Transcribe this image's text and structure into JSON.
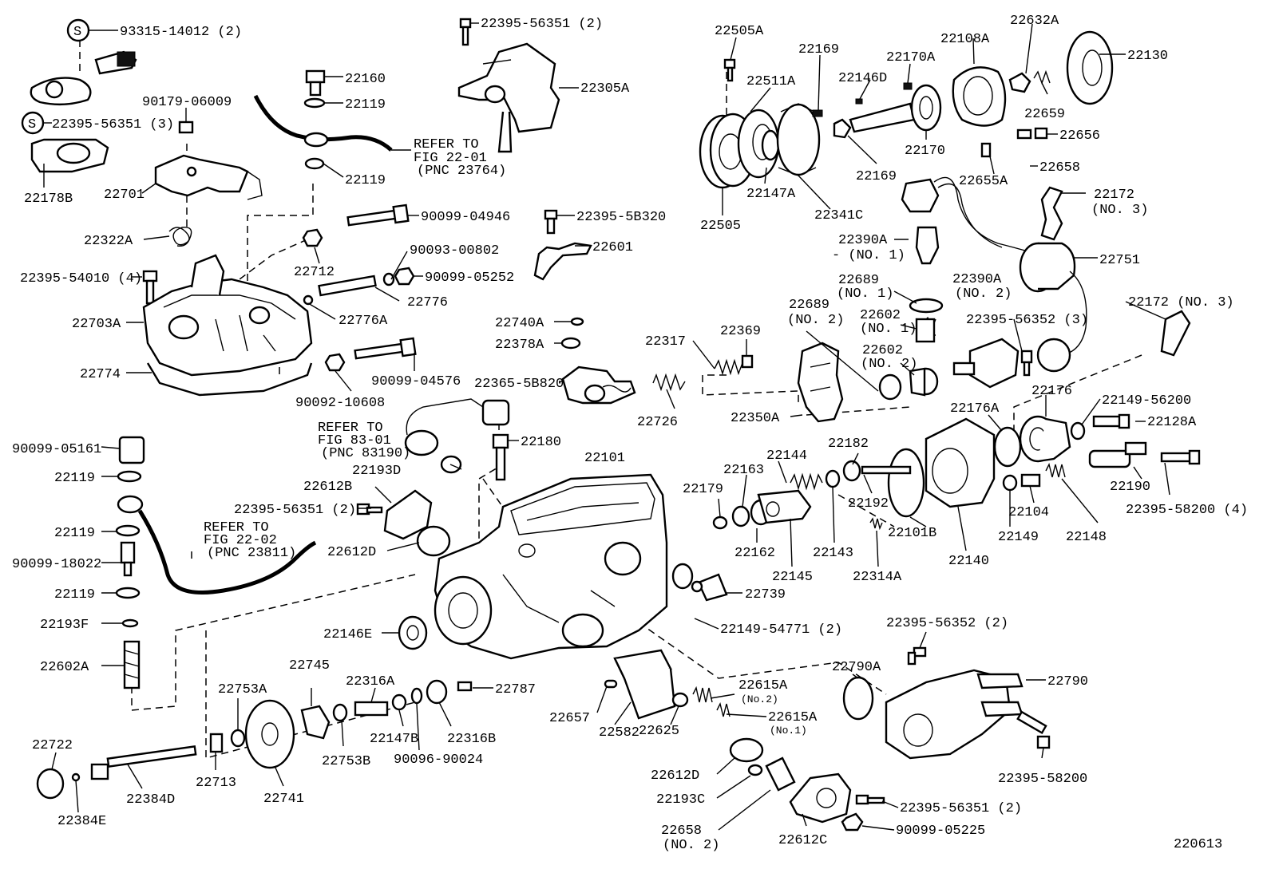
{
  "diagram_id": "220613",
  "labels": {
    "p93315_14012": "93315-14012 (2)",
    "s1": "S",
    "s2": "S",
    "p22395_56351_3": "22395-56351 (3)",
    "p22178B": "22178B",
    "p22160": "22160",
    "p22119_a": "22119",
    "p90179_06009": "90179-06009",
    "p22119_b": "22119",
    "refer_a1": "REFER TO",
    "refer_a2": "FIG 22-01",
    "refer_a3": "(PNC 23764)",
    "p22701": "22701",
    "p22395_56351_2_top": "22395-56351 (2)",
    "p22305A": "22305A",
    "p22322A": "22322A",
    "p90099_04946": "90099-04946",
    "p22395_5B320": "22395-5B320",
    "p22712": "22712",
    "p90093_00802": "90093-00802",
    "p22601": "22601",
    "p22395_54010_4": "22395-54010 (4)",
    "p90099_05252": "90099-05252",
    "p22776": "22776",
    "p22703A": "22703A",
    "p22776A": "22776A",
    "p22740A": "22740A",
    "p22378A": "22378A",
    "p22774": "22774",
    "p90092_10608": "90092-10608",
    "p90099_04576": "90099-04576",
    "p22365_5B820": "22365-5B820",
    "p22317": "22317",
    "p22369": "22369",
    "p22726": "22726",
    "p22505A": "22505A",
    "p22169_a": "22169",
    "p22511A": "22511A",
    "p22170A": "22170A",
    "p22146D": "22146D",
    "p22108A": "22108A",
    "p22632A": "22632A",
    "p22130": "22130",
    "p22659": "22659",
    "p22656": "22656",
    "p22170": "22170",
    "p22169_b": "22169",
    "p22658": "22658",
    "p22655A": "22655A",
    "p22505": "22505",
    "p22147A": "22147A",
    "p22341C": "22341C",
    "p22172_a": "22172",
    "p22172_a_no": "(NO. 3)",
    "p22390A_no1": "22390A",
    "p22390A_no1_sub": "- (NO. 1)",
    "p22751": "22751",
    "p22689_no1": "22689",
    "p22689_no1_sub": "(NO. 1)",
    "p22390A_no2": "22390A",
    "p22390A_no2_sub": "(NO. 2)",
    "p22689_no2": "22689",
    "p22689_no2_sub": "(NO. 2)",
    "p22602_no1": "22602",
    "p22602_no1_sub": "(NO. 1)",
    "p22395_56352_3": "22395-56352 (3)",
    "p22172_no3": "22172 (NO. 3)",
    "p22602_no2": "22602",
    "p22602_no2_sub": "(NO. 2)",
    "p22350A": "22350A",
    "p22176A": "22176A",
    "p22176": "22176",
    "p22149_56200": "22149-56200",
    "p22128A": "22128A",
    "refer_b1": "REFER TO",
    "refer_b2": "FIG 83-01",
    "refer_b3": "(PNC 83190)",
    "p22180": "22180",
    "p22101": "22101",
    "p22193D": "22193D",
    "p22612B": "22612B",
    "p22395_56351_2_mid": "22395-56351 (2)",
    "p22612D_a": "22612D",
    "p22144": "22144",
    "p22163": "22163",
    "p22182": "22182",
    "p22179": "22179",
    "p22192": "22192",
    "p22162": "22162",
    "p22143": "22143",
    "p22145": "22145",
    "p22101B": "22101B",
    "p22314A": "22314A",
    "p22140": "22140",
    "p22149": "22149",
    "p22104": "22104",
    "p22148": "22148",
    "p22190": "22190",
    "p22395_58200_4": "22395-58200 (4)",
    "p90099_05161": "90099-05161",
    "p22119_c": "22119",
    "p22119_d": "22119",
    "p90099_18022": "90099-18022",
    "p22119_e": "22119",
    "p22193F": "22193F",
    "p22602A": "22602A",
    "refer_c1": "REFER TO",
    "refer_c2": "FIG 22-02",
    "refer_c3": "(PNC 23811)",
    "p22739": "22739",
    "p22149_54771_2": "22149-54771 (2)",
    "p22146E": "22146E",
    "p22745": "22745",
    "p22753A": "22753A",
    "p22316A": "22316A",
    "p22787": "22787",
    "p22147B": "22147B",
    "p22316B": "22316B",
    "p22753B": "22753B",
    "p90096_90024": "90096-90024",
    "p22722": "22722",
    "p22713": "22713",
    "p22741": "22741",
    "p22384D": "22384D",
    "p22384E": "22384E",
    "p22657": "22657",
    "p22582": "22582",
    "p22625": "22625",
    "p22615A_no2": "22615A",
    "p22615A_no2_sub": "(No.2)",
    "p22615A_no1": "22615A",
    "p22615A_no1_sub": "(No.1)",
    "p22612D_b": "22612D",
    "p22193C": "22193C",
    "p22658_no2": "22658",
    "p22658_no2_sub": "(NO. 2)",
    "p22612C": "22612C",
    "p22395_56351_2_bot": "22395-56351 (2)",
    "p90099_05225": "90099-05225",
    "p22790A": "22790A",
    "p22395_56352_2": "22395-56352 (2)",
    "p22790": "22790",
    "p22395_58200": "22395-58200",
    "code": "220613"
  }
}
